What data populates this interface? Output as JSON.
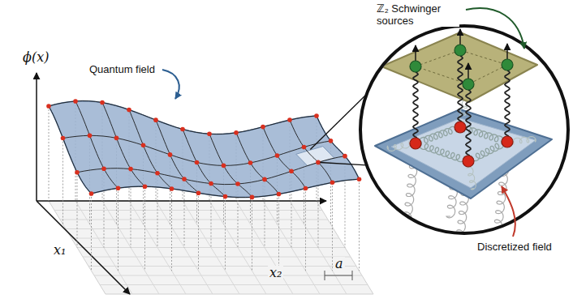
{
  "diagram": {
    "labels": [
      "ϕ(x)",
      "Quantum field",
      "ℤ₂ Schwinger sources",
      "Discretized field",
      "x₁",
      "x₂",
      "a"
    ]
  }
}
